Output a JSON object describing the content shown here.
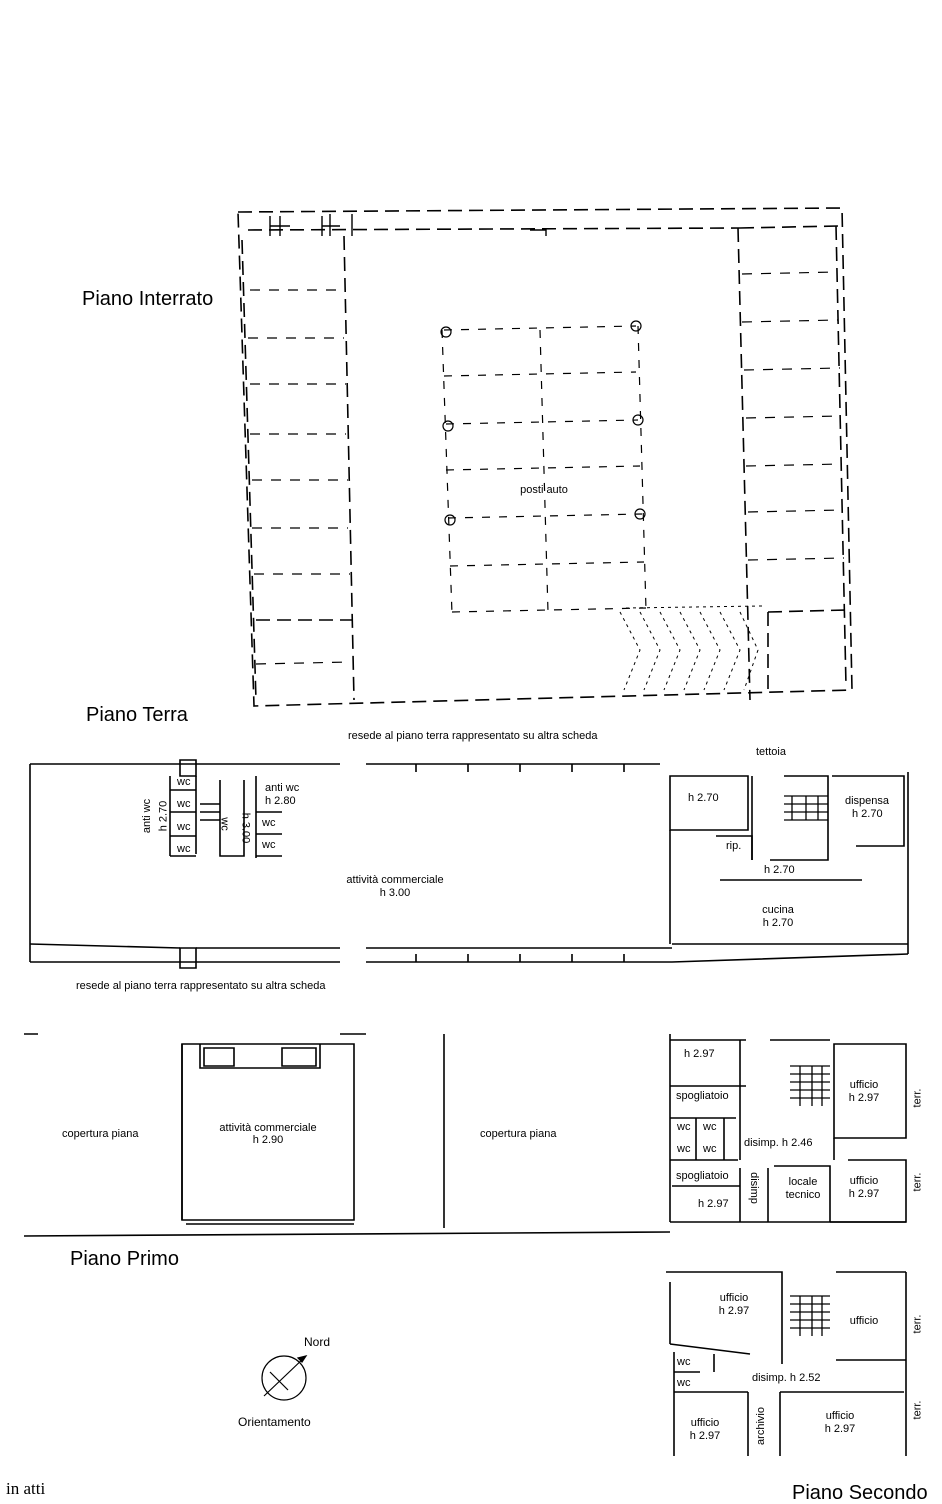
{
  "floors": {
    "interrato": "Piano Interrato",
    "terra": "Piano Terra",
    "primo": "Piano Primo",
    "secondo": "Piano Secondo"
  },
  "notes": {
    "resede_top": "resede al piano terra rappresentato su altra scheda",
    "resede_bottom": "resede al piano terra rappresentato su altra scheda",
    "in_atti": "in atti"
  },
  "compass": {
    "north": "Nord",
    "orientation": "Orientamento"
  },
  "interrato": {
    "posti_auto": "posti auto"
  },
  "terra": {
    "antiwc_left": "anti wc",
    "antiwc_left_h": "h 2.70",
    "wc": "wc",
    "wc_h3": "h 3.00",
    "antiwc_right": "anti wc",
    "antiwc_right_h": "h 2.80",
    "attivita": "attività commerciale",
    "attivita_h": "h 3.00",
    "tettoia": "tettoia",
    "h270": "h 2.70",
    "rip": "rip.",
    "dispensa": "dispensa",
    "dispensa_h": "h 2.70",
    "corridor_h": "h 2.70",
    "cucina": "cucina",
    "cucina_h": "h 2.70"
  },
  "primo": {
    "copertura_left": "copertura piana",
    "copertura_right": "copertura piana",
    "attivita": "attività commerciale",
    "attivita_h": "h 2.90",
    "h297_top": "h 2.97",
    "spogliatoio1": "spogliatoio",
    "spogliatoio2": "spogliatoio",
    "h297_bottom": "h 2.97",
    "wc": "wc",
    "disimp": "disimp. h 2.46",
    "disimp_v": "disimp",
    "locale": "locale",
    "tecnico": "tecnico",
    "ufficio": "ufficio",
    "ufficio_h": "h 2.97",
    "terr": "terr."
  },
  "secondo": {
    "ufficio": "ufficio",
    "ufficio_h": "h 2.97",
    "wc": "wc",
    "disimp": "disimp. h 2.52",
    "archivio": "archivio",
    "terr": "terr."
  }
}
